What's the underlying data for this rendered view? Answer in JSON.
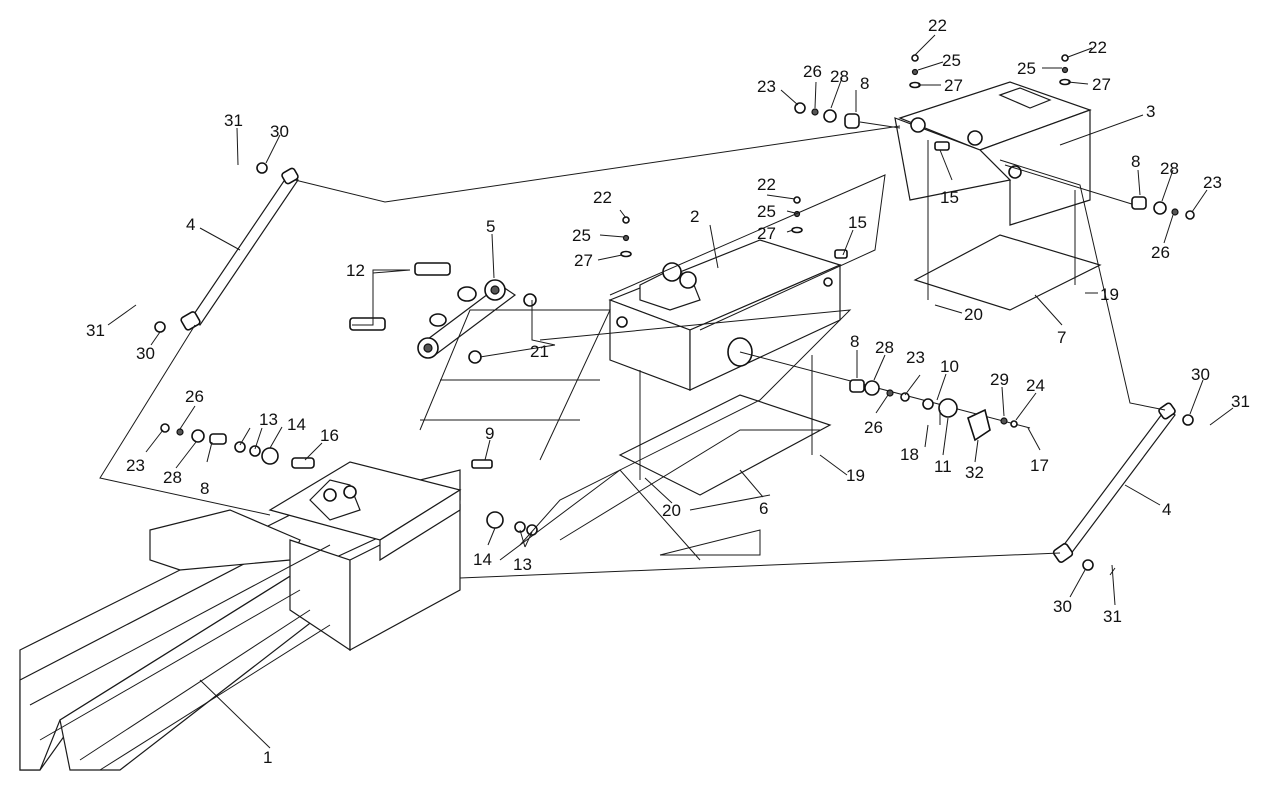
{
  "callouts": [
    {
      "id": "c1",
      "text": "1"
    },
    {
      "id": "c2",
      "text": "2"
    },
    {
      "id": "c3",
      "text": "3"
    },
    {
      "id": "c4a",
      "text": "4"
    },
    {
      "id": "c4b",
      "text": "4"
    },
    {
      "id": "c5",
      "text": "5"
    },
    {
      "id": "c6",
      "text": "6"
    },
    {
      "id": "c7",
      "text": "7"
    },
    {
      "id": "c8a",
      "text": "8"
    },
    {
      "id": "c8b",
      "text": "8"
    },
    {
      "id": "c8c",
      "text": "8"
    },
    {
      "id": "c8d",
      "text": "8"
    },
    {
      "id": "c9",
      "text": "9"
    },
    {
      "id": "c10",
      "text": "10"
    },
    {
      "id": "c11",
      "text": "11"
    },
    {
      "id": "c12",
      "text": "12"
    },
    {
      "id": "c13a",
      "text": "13"
    },
    {
      "id": "c13b",
      "text": "13"
    },
    {
      "id": "c14a",
      "text": "14"
    },
    {
      "id": "c14b",
      "text": "14"
    },
    {
      "id": "c15a",
      "text": "15"
    },
    {
      "id": "c15b",
      "text": "15"
    },
    {
      "id": "c16",
      "text": "16"
    },
    {
      "id": "c17",
      "text": "17"
    },
    {
      "id": "c18",
      "text": "18"
    },
    {
      "id": "c19a",
      "text": "19"
    },
    {
      "id": "c19b",
      "text": "19"
    },
    {
      "id": "c20a",
      "text": "20"
    },
    {
      "id": "c20b",
      "text": "20"
    },
    {
      "id": "c21",
      "text": "21"
    },
    {
      "id": "c22a",
      "text": "22"
    },
    {
      "id": "c22b",
      "text": "22"
    },
    {
      "id": "c22c",
      "text": "22"
    },
    {
      "id": "c22d",
      "text": "22"
    },
    {
      "id": "c23a",
      "text": "23"
    },
    {
      "id": "c23b",
      "text": "23"
    },
    {
      "id": "c23c",
      "text": "23"
    },
    {
      "id": "c23d",
      "text": "23"
    },
    {
      "id": "c24",
      "text": "24"
    },
    {
      "id": "c25a",
      "text": "25"
    },
    {
      "id": "c25b",
      "text": "25"
    },
    {
      "id": "c25c",
      "text": "25"
    },
    {
      "id": "c25d",
      "text": "25"
    },
    {
      "id": "c26a",
      "text": "26"
    },
    {
      "id": "c26b",
      "text": "26"
    },
    {
      "id": "c26c",
      "text": "26"
    },
    {
      "id": "c26d",
      "text": "26"
    },
    {
      "id": "c27a",
      "text": "27"
    },
    {
      "id": "c27b",
      "text": "27"
    },
    {
      "id": "c27c",
      "text": "27"
    },
    {
      "id": "c27d",
      "text": "27"
    },
    {
      "id": "c28a",
      "text": "28"
    },
    {
      "id": "c28b",
      "text": "28"
    },
    {
      "id": "c28c",
      "text": "28"
    },
    {
      "id": "c28d",
      "text": "28"
    },
    {
      "id": "c29",
      "text": "29"
    },
    {
      "id": "c30a",
      "text": "30"
    },
    {
      "id": "c30b",
      "text": "30"
    },
    {
      "id": "c30c",
      "text": "30"
    },
    {
      "id": "c30d",
      "text": "30"
    },
    {
      "id": "c31a",
      "text": "31"
    },
    {
      "id": "c31b",
      "text": "31"
    },
    {
      "id": "c31c",
      "text": "31"
    },
    {
      "id": "c31d",
      "text": "31"
    },
    {
      "id": "c32",
      "text": "32"
    }
  ]
}
